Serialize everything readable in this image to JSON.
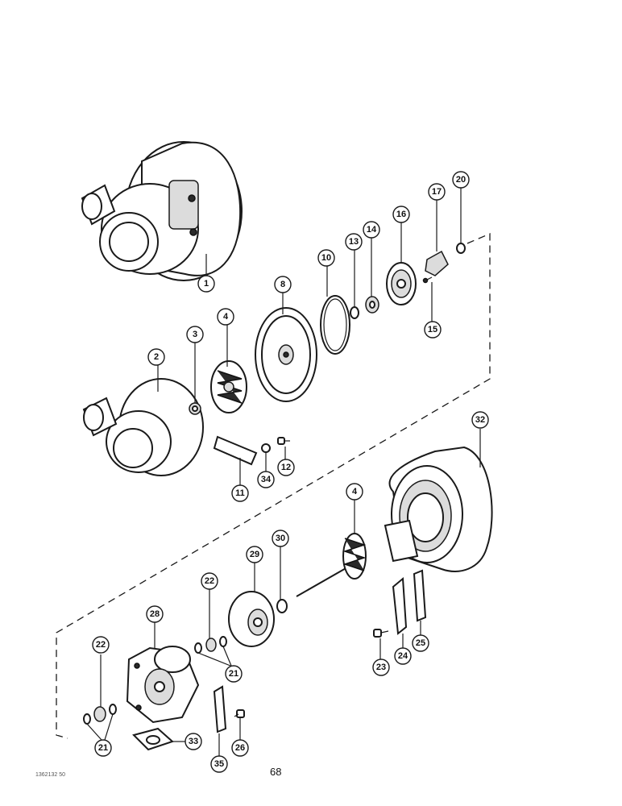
{
  "page_number": "68",
  "reference_code": "1362132 50",
  "callouts": [
    {
      "id": "c1",
      "label": "1"
    },
    {
      "id": "c2",
      "label": "2"
    },
    {
      "id": "c3",
      "label": "3"
    },
    {
      "id": "c4a",
      "label": "4"
    },
    {
      "id": "c8",
      "label": "8"
    },
    {
      "id": "c10",
      "label": "10"
    },
    {
      "id": "c13",
      "label": "13"
    },
    {
      "id": "c14",
      "label": "14"
    },
    {
      "id": "c16",
      "label": "16"
    },
    {
      "id": "c17",
      "label": "17"
    },
    {
      "id": "c20",
      "label": "20"
    },
    {
      "id": "c15",
      "label": "15"
    },
    {
      "id": "c12",
      "label": "12"
    },
    {
      "id": "c34",
      "label": "34"
    },
    {
      "id": "c11",
      "label": "11"
    },
    {
      "id": "c32",
      "label": "32"
    },
    {
      "id": "c4b",
      "label": "4"
    },
    {
      "id": "c30",
      "label": "30"
    },
    {
      "id": "c29",
      "label": "29"
    },
    {
      "id": "c22a",
      "label": "22"
    },
    {
      "id": "c28",
      "label": "28"
    },
    {
      "id": "c21a",
      "label": "21"
    },
    {
      "id": "c22b",
      "label": "22"
    },
    {
      "id": "c21b",
      "label": "21"
    },
    {
      "id": "c33",
      "label": "33"
    },
    {
      "id": "c35",
      "label": "35"
    },
    {
      "id": "c26",
      "label": "26"
    },
    {
      "id": "c23",
      "label": "23"
    },
    {
      "id": "c24",
      "label": "24"
    },
    {
      "id": "c25",
      "label": "25"
    }
  ]
}
